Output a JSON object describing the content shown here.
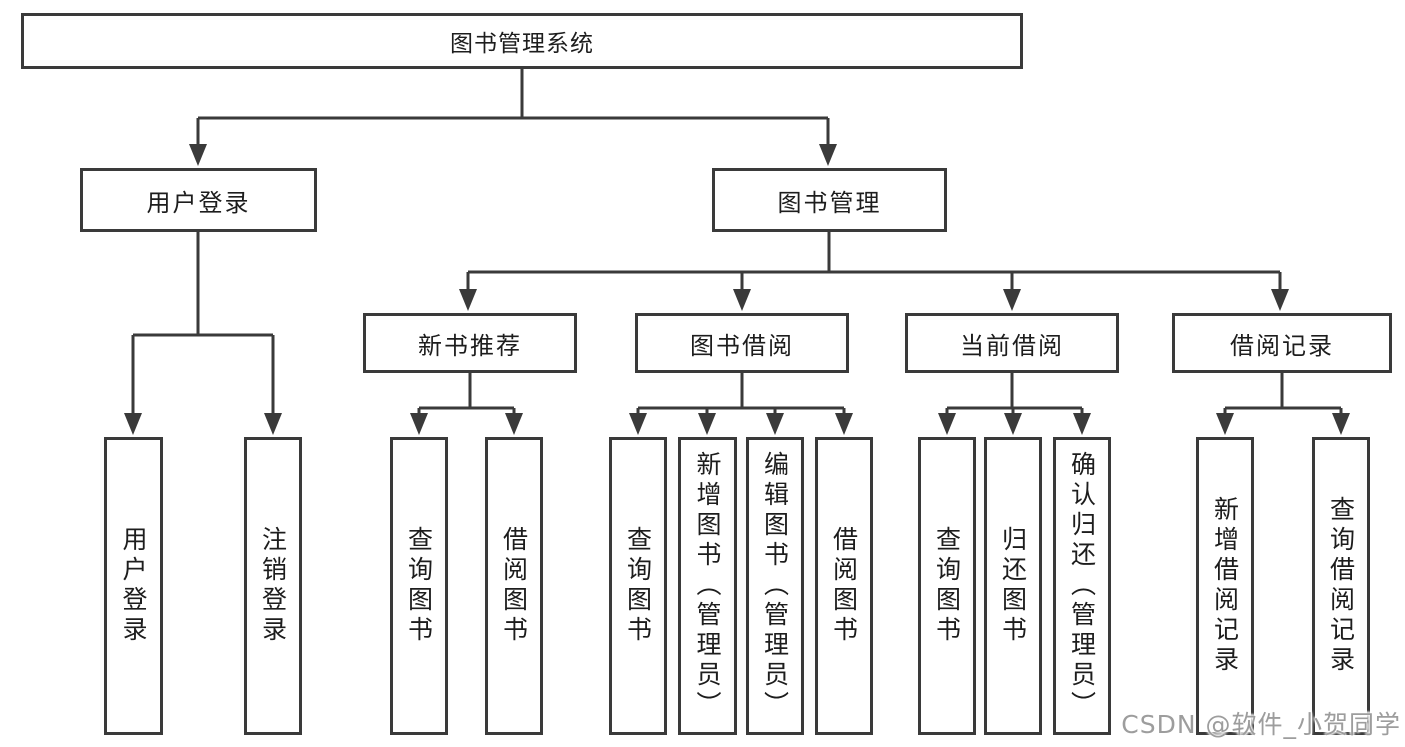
{
  "diagram": {
    "title": "图书管理系统",
    "root": {
      "label": "图书管理系统"
    },
    "level2": [
      {
        "label": "用户登录"
      },
      {
        "label": "图书管理"
      }
    ],
    "level3": [
      {
        "label": "新书推荐"
      },
      {
        "label": "图书借阅"
      },
      {
        "label": "当前借阅"
      },
      {
        "label": "借阅记录"
      }
    ],
    "leaves": [
      {
        "label": "用户登录"
      },
      {
        "label": "注销登录"
      },
      {
        "label": "查询图书"
      },
      {
        "label": "借阅图书"
      },
      {
        "label": "查询图书"
      },
      {
        "label": "新增图书（管理员）"
      },
      {
        "label": "编辑图书（管理员）"
      },
      {
        "label": "借阅图书"
      },
      {
        "label": "查询图书"
      },
      {
        "label": "归还图书"
      },
      {
        "label": "确认归还（管理员）"
      },
      {
        "label": "新增借阅记录"
      },
      {
        "label": "查询借阅记录"
      }
    ],
    "colors": {
      "stroke": "#3a3a3a",
      "text": "#1d1d1d",
      "background": "#ffffff",
      "watermark": "#9d9d9d"
    }
  },
  "watermark": {
    "text": "CSDN @软件_小贺同学"
  }
}
